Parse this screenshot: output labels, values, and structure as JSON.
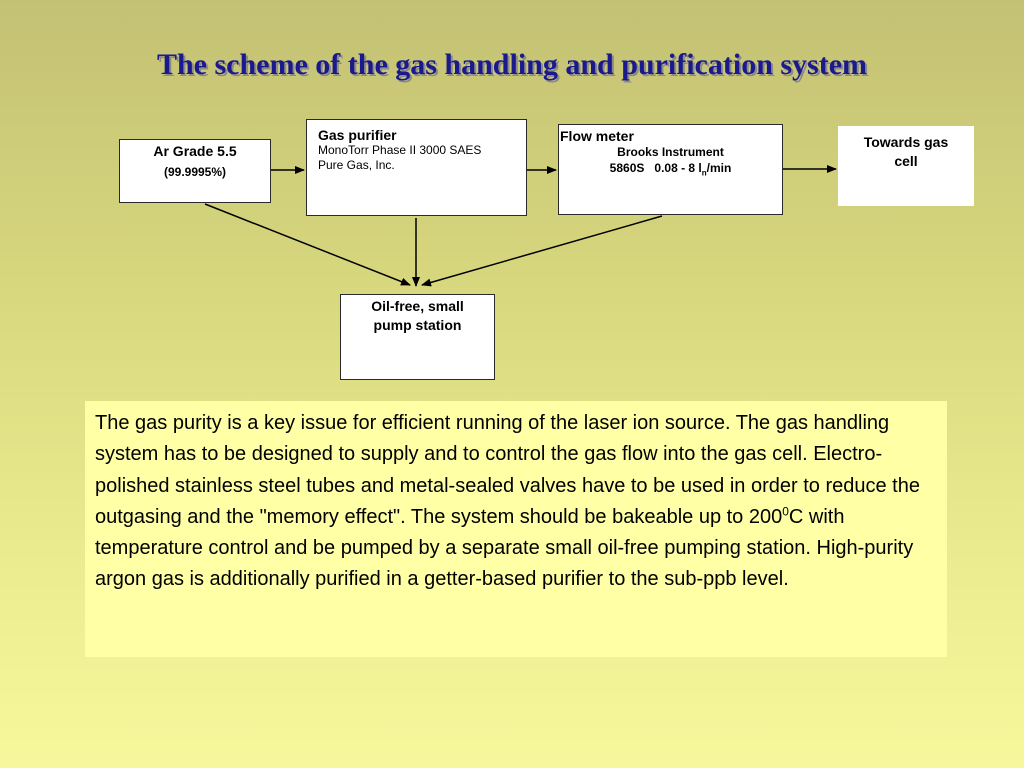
{
  "slide": {
    "title": "The scheme of the gas handling and purification system"
  },
  "nodes": {
    "argon": {
      "title": "Ar Grade 5.5",
      "subtitle": "(99.9995%)"
    },
    "purifier": {
      "title": "Gas purifier",
      "line1": "MonoTorr Phase II 3000 SAES",
      "line2": "Pure Gas, Inc."
    },
    "flow_meter": {
      "title": "Flow meter",
      "line1": "Brooks Instrument",
      "line2_model": "5860S",
      "line2_range_a": "0.08 - 8 l",
      "line2_sub": "n",
      "line2_range_b": "/min"
    },
    "gas_cell": {
      "title": "Towards gas cell"
    },
    "pump": {
      "title": "Oil-free, small pump station"
    }
  },
  "text": {
    "body_a": "The gas purity is a key issue for efficient running of the laser ion source. The gas handling system has to be designed to supply and to control the gas flow into the gas cell. Electro-polished stainless steel tubes and metal-sealed valves have to be used in order to reduce the outgasing and the \"memory effect\". The system should be bakeable up to 200",
    "body_sup": "0",
    "body_b": "C with temperature control and be pumped by a separate small oil-free pumping station. High-purity argon gas is additionally purified in a getter-based purifier to the sub-ppb level."
  }
}
